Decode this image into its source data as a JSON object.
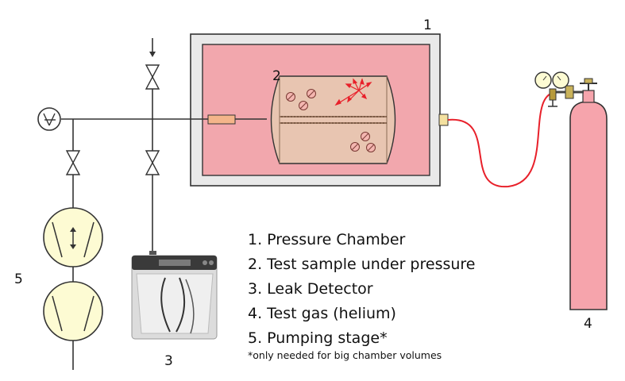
{
  "labels": {
    "chamber_number": "1",
    "sample_number": "2",
    "detector_number": "3",
    "gas_number": "4",
    "pump_number": "5"
  },
  "legend": [
    "1.  Pressure Chamber",
    "2. Test sample under pressure",
    "3. Leak Detector",
    "4. Test gas (helium)",
    "5. Pumping stage*"
  ],
  "footnote": "*only needed for big chamber volumes",
  "icons": {
    "gauge": "vacuum-gauge-icon",
    "valve": "valve-icon",
    "pump_turbo": "turbo-pump-icon",
    "pump_backing": "backing-pump-icon",
    "detector": "leak-detector-icon",
    "cylinder": "gas-cylinder-icon",
    "regulator": "pressure-regulator-icon"
  },
  "colors": {
    "chamber_frame": "#e9e9e9",
    "chamber_inner": "#f2a7ad",
    "sample_body": "#e8c5b1",
    "cylinder": "#f6a4ac",
    "gas_line": "#e8202a",
    "pump_fill": "#fdfbd3",
    "connector": "#f4e1a0"
  }
}
